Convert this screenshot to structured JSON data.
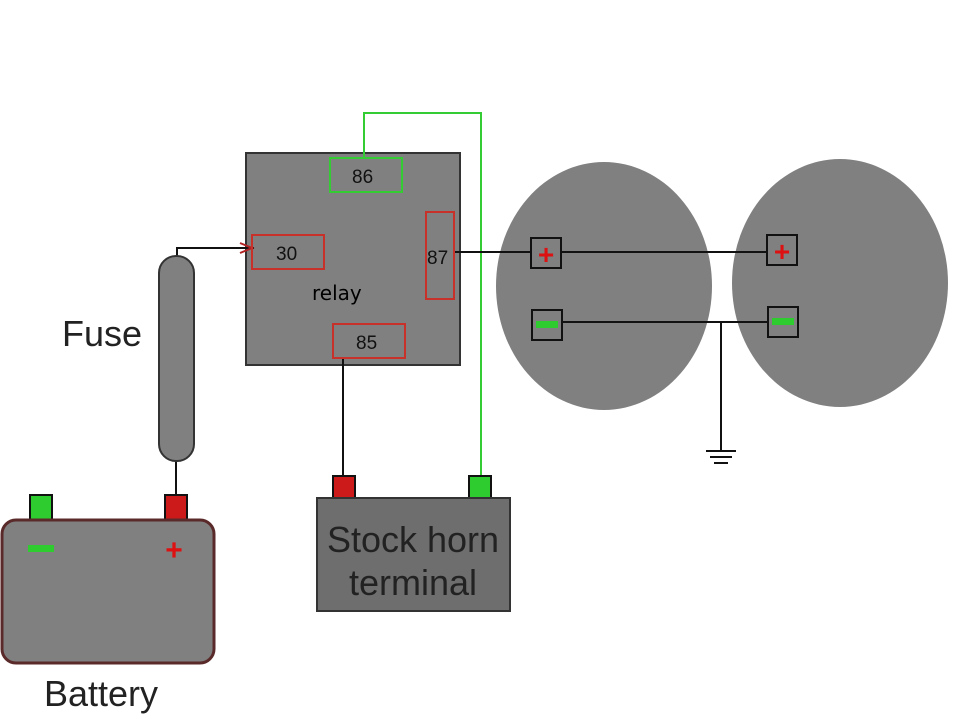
{
  "labels": {
    "fuse": "Fuse",
    "battery": "Battery",
    "relay": "relay",
    "horn_line1": "Stock horn",
    "horn_line2": "terminal"
  },
  "relay_pins": {
    "p86": "86",
    "p30": "30",
    "p87": "87",
    "p85": "85"
  },
  "symbols": {
    "plus": "+",
    "minus": "−"
  },
  "colors": {
    "component_gray": "#808080",
    "wire_black": "#111111",
    "wire_green": "#33cc33",
    "terminal_red": "#cc1a1a",
    "terminal_green": "#2ecc2e",
    "pin_box_red": "#c8302a",
    "pin_box_green": "#33cc33",
    "battery_border": "#5a2a2a",
    "horn_fill": "#6e6e6e"
  },
  "icons": [
    "ground-icon",
    "plus-icon",
    "minus-icon"
  ]
}
